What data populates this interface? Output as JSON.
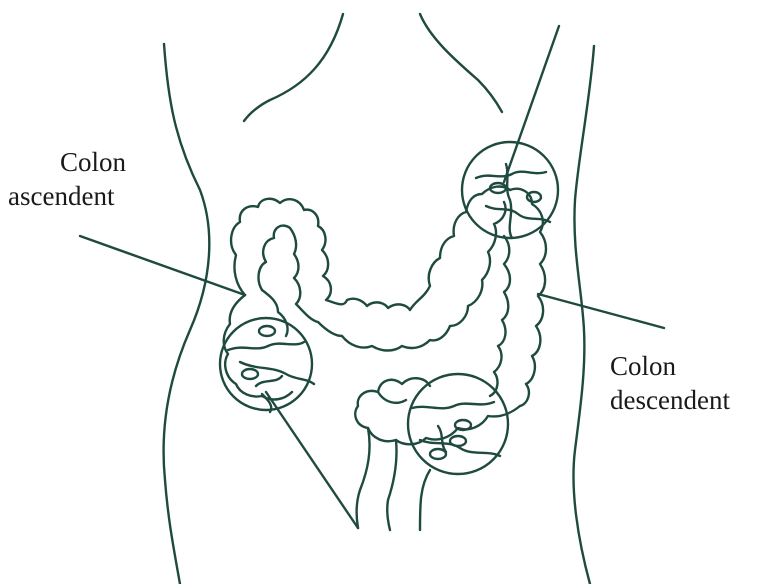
{
  "labels": {
    "ascending": {
      "line1": "Colon",
      "line2": "ascendent"
    },
    "descending": {
      "line1": "Colon",
      "line2": "descendent"
    }
  },
  "colors": {
    "stroke": "#1f4a40",
    "text": "#1a1a1a",
    "background": "#ffffff"
  }
}
